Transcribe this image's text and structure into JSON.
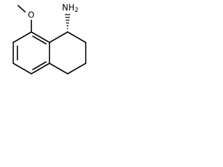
{
  "molecule": {
    "labels": {
      "oxygen": "O",
      "amine": "NH",
      "amine_subscript": "2"
    }
  }
}
